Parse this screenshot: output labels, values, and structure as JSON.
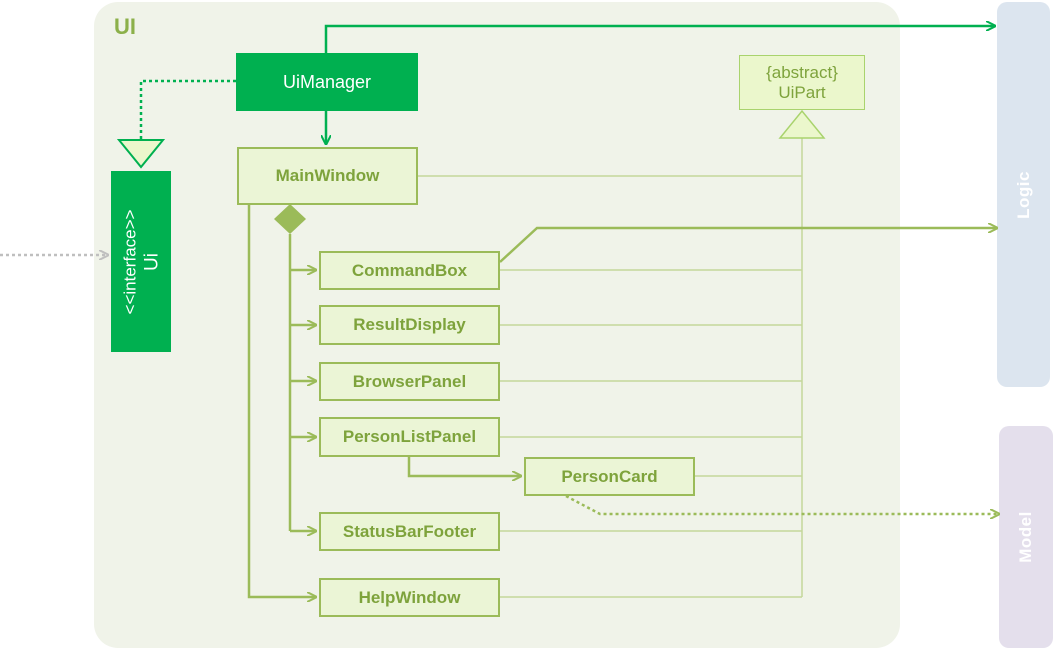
{
  "diagram": {
    "container_title": "UI",
    "side_labels": {
      "logic": "Logic",
      "model": "Model"
    },
    "ui_manager": "UiManager",
    "interface": {
      "stereotype": "<<interface>>",
      "name": "Ui"
    },
    "abstract": {
      "stereotype": "{abstract}",
      "name": "UiPart"
    },
    "main_window": "MainWindow",
    "components": {
      "command_box": "CommandBox",
      "result_display": "ResultDisplay",
      "browser_panel": "BrowserPanel",
      "person_list_panel": "PersonListPanel",
      "person_card": "PersonCard",
      "status_bar_footer": "StatusBarFooter",
      "help_window": "HelpWindow"
    }
  },
  "colors": {
    "container_bg": "#f0f3e9",
    "dark_green": "#00b050",
    "olive": "#9bbb59",
    "olive_text": "#7ea33c",
    "light_fill": "#ebf5d6",
    "logic_bg": "#dce5ef",
    "model_bg": "#e4dfec"
  }
}
